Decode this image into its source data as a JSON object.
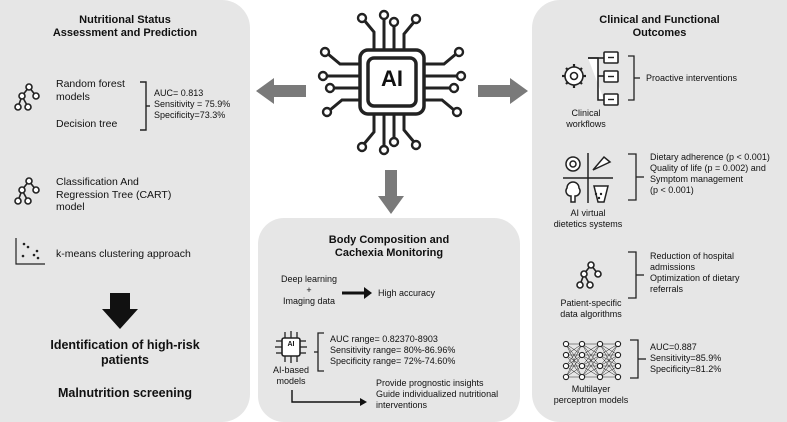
{
  "left": {
    "title_line1": "Nutritional Status",
    "title_line2": "Assessment and Prediction",
    "rf_line1": "Random forest",
    "rf_line2": "models",
    "dt": "Decision tree",
    "metric1": "AUC= 0.813",
    "metric2": "Sensitivity = 75.9%",
    "metric3": "Specificity=73.3%",
    "cart_line1": "Classification And",
    "cart_line2": "Regression Tree (CART)",
    "cart_line3": "model",
    "kmeans": "k-means clustering approach",
    "outcome_line1": "Identification of high-risk",
    "outcome_line2": "patients",
    "screening": "Malnutrition screening"
  },
  "center": {
    "chip_label": "AI",
    "title_line1": "Body Composition and",
    "title_line2": "Cachexia Monitoring",
    "dl": "Deep learning",
    "plus": "+",
    "img": "Imaging data",
    "high_acc": "High accuracy",
    "auc": "AUC range= 0.82370-8903",
    "sens": "Sensitivity range= 80%-86.96%",
    "spec": "Specificity range= 72%-74.60%",
    "model_line1": "AI-based",
    "model_line2": "models",
    "chip_small": "AI",
    "insight1": "Provide prognostic insights",
    "insight2": "Guide individualized nutritional",
    "insight3": "interventions"
  },
  "right": {
    "title_line1": "Clinical and Functional",
    "title_line2": "Outcomes",
    "wf_line1": "Clinical",
    "wf_line2": "workflows",
    "proactive": "Proactive interventions",
    "diet1": "Dietary adherence (p < 0.001)",
    "diet2": "Quality of life (p = 0.002) and",
    "diet3": "Symptom management",
    "diet4": "(p < 0.001)",
    "vd_line1": "AI virtual",
    "vd_line2": "dietetics systems",
    "hosp1": "Reduction of hospital",
    "hosp2": "admissions",
    "hosp3": "Optimization of dietary",
    "hosp4": "referrals",
    "ps_line1": "Patient-specific",
    "ps_line2": "data algorithms",
    "mlp_auc": "AUC=0.887",
    "mlp_sens": "Sensitivity=85.9%",
    "mlp_spec": "Specificity=81.2%",
    "mlp_line1": "Multilayer",
    "mlp_line2": "perceptron models"
  }
}
